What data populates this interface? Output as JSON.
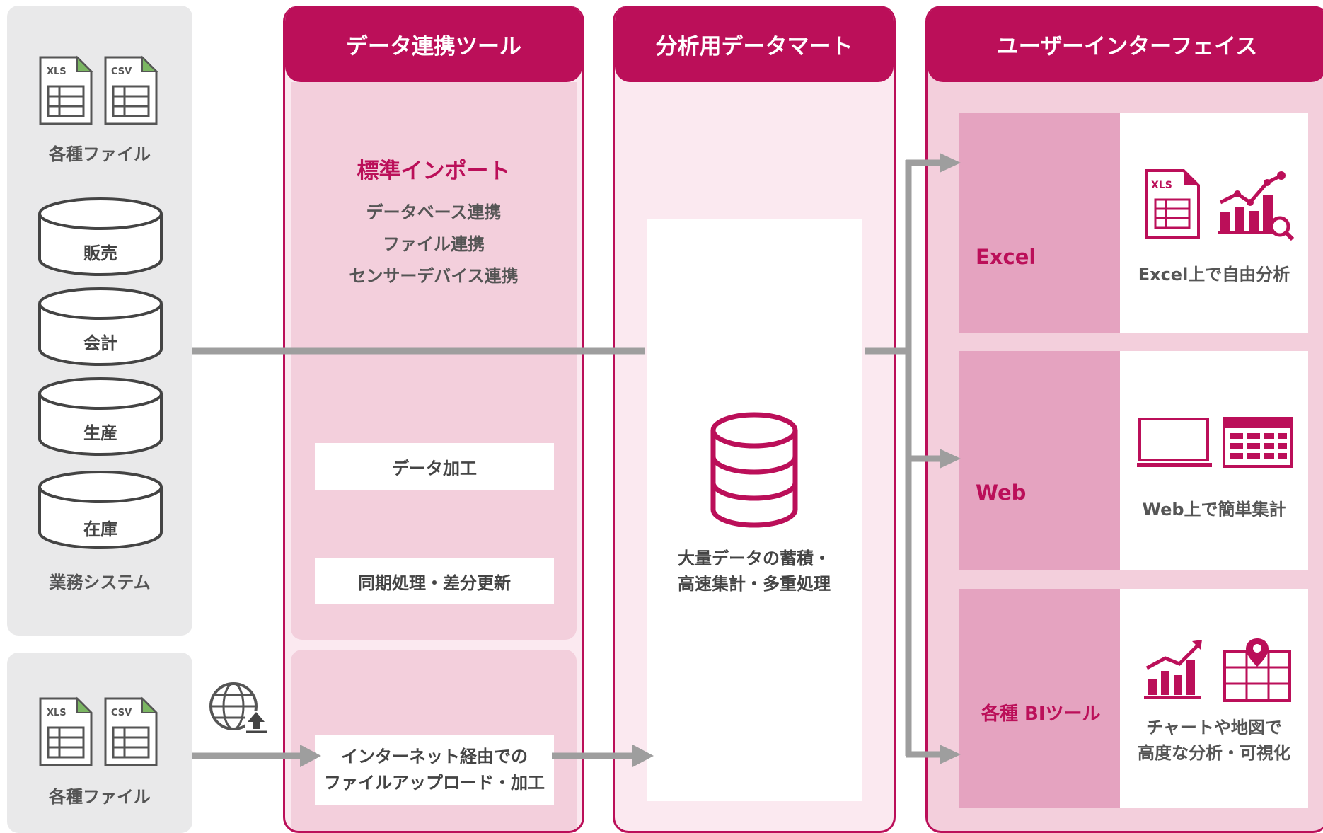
{
  "sources": {
    "files_label_top": "各種ファイル",
    "files_label_bottom": "各種ファイル",
    "xls_tag": "XLS",
    "csv_tag": "CSV",
    "db_items": [
      "販売",
      "会計",
      "生産",
      "在庫"
    ],
    "systems_label": "業務システム"
  },
  "integration_tool": {
    "title": "データ連携ツール",
    "import_title": "標準インポート",
    "import_items": [
      "データベース連携",
      "ファイル連携",
      "センサーデバイス連携"
    ],
    "processing_box": "データ加工",
    "sync_box": "同期処理・差分更新",
    "upload_lines": [
      "インターネット経由での",
      "ファイルアップロード・加工"
    ]
  },
  "data_mart": {
    "title": "分析用データマート",
    "caption_lines": [
      "大量データの蓄積・",
      "高速集計・多重処理"
    ]
  },
  "user_interface": {
    "title": "ユーザーインターフェイス",
    "rows": [
      {
        "label": "Excel",
        "desc_lines": [
          "Excel上で自由分析"
        ],
        "xls_tag": "XLS"
      },
      {
        "label": "Web",
        "desc_lines": [
          "Web上で簡単集計"
        ]
      },
      {
        "label": "各種 BIツール",
        "desc_lines": [
          "チャートや地図で",
          "高度な分析・可視化"
        ]
      }
    ]
  },
  "colors": {
    "brand": "#bb0f59",
    "panel_gray": "#e9e9ea",
    "pink_light": "#f3cfdc",
    "pink_mid": "#e5a3c0",
    "pink_pale": "#fbe9f0",
    "arrow_gray": "#9e9e9e"
  },
  "icons": [
    "xls-file-icon",
    "csv-file-icon",
    "database-icon",
    "globe-upload-icon",
    "stack-database-icon",
    "bar-chart-magnifier-icon",
    "laptop-icon",
    "table-grid-icon",
    "growth-chart-icon",
    "map-pin-grid-icon"
  ]
}
